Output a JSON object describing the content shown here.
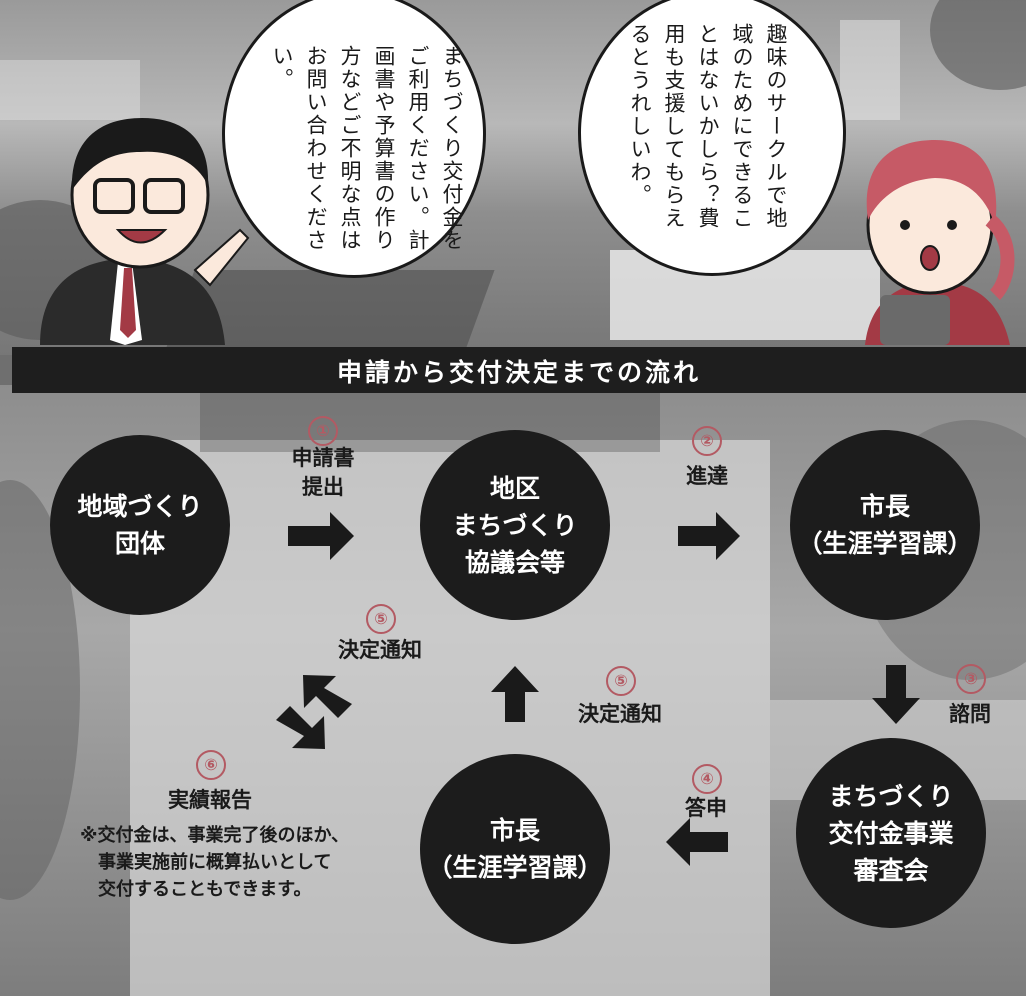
{
  "bubbles": {
    "left_lines": [
      "まちづくり交付金を",
      "ご利用ください。計画",
      "書や予算書の作り方",
      "などご不明な点はお",
      "問い合わせください。"
    ],
    "right_lines": [
      "趣味のサークルで",
      "地域のためにできるこ",
      "とはないかしら？",
      "費用も支援してもら",
      "えるとうれしいわ。"
    ]
  },
  "title": "申請から交付決定までの流れ",
  "nodes": {
    "group": [
      "地域づくり",
      "団体"
    ],
    "district": [
      "地区",
      "まちづくり",
      "協議会等"
    ],
    "mayor_top": [
      "市長",
      "（生涯学習課）"
    ],
    "committee": [
      "まちづくり",
      "交付金事業",
      "審査会"
    ],
    "mayor_bottom": [
      "市長",
      "（生涯学習課）"
    ]
  },
  "steps": {
    "s1": {
      "num": "①",
      "label_line1": "申請書",
      "label_line2": "提出"
    },
    "s2": {
      "num": "②",
      "label": "進達"
    },
    "s3": {
      "num": "③",
      "label": "諮問"
    },
    "s4": {
      "num": "④",
      "label": "答申"
    },
    "s5a": {
      "num": "⑤",
      "label": "決定通知"
    },
    "s5b": {
      "num": "⑤",
      "label": "決定通知"
    },
    "s6": {
      "num": "⑥",
      "label": "実績報告"
    }
  },
  "note": [
    "※交付金は、事業完了後のほか、",
    "事業実施前に概算払いとして",
    "交付することもできます。"
  ],
  "colors": {
    "node": "#1c1c1c",
    "step_accent": "#b35a63",
    "title_bar": "#1e1e1e"
  }
}
